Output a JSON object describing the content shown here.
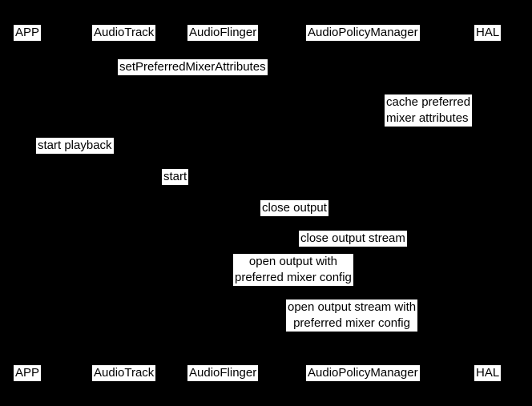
{
  "colors": {
    "background": "#000000",
    "label_background": "#ffffff",
    "label_text": "#000000"
  },
  "participants": [
    {
      "name": "APP"
    },
    {
      "name": "AudioTrack"
    },
    {
      "name": "AudioFlinger"
    },
    {
      "name": "AudioPolicyManager"
    },
    {
      "name": "HAL"
    }
  ],
  "messages": [
    {
      "label": "setPreferredMixerAttributes"
    },
    {
      "label": "cache preferred\nmixer attributes"
    },
    {
      "label": "start playback"
    },
    {
      "label": "start"
    },
    {
      "label": "close output"
    },
    {
      "label": "close output stream"
    },
    {
      "label": "open output with\npreferred mixer config"
    },
    {
      "label": "open output stream with\npreferred mixer config"
    }
  ]
}
